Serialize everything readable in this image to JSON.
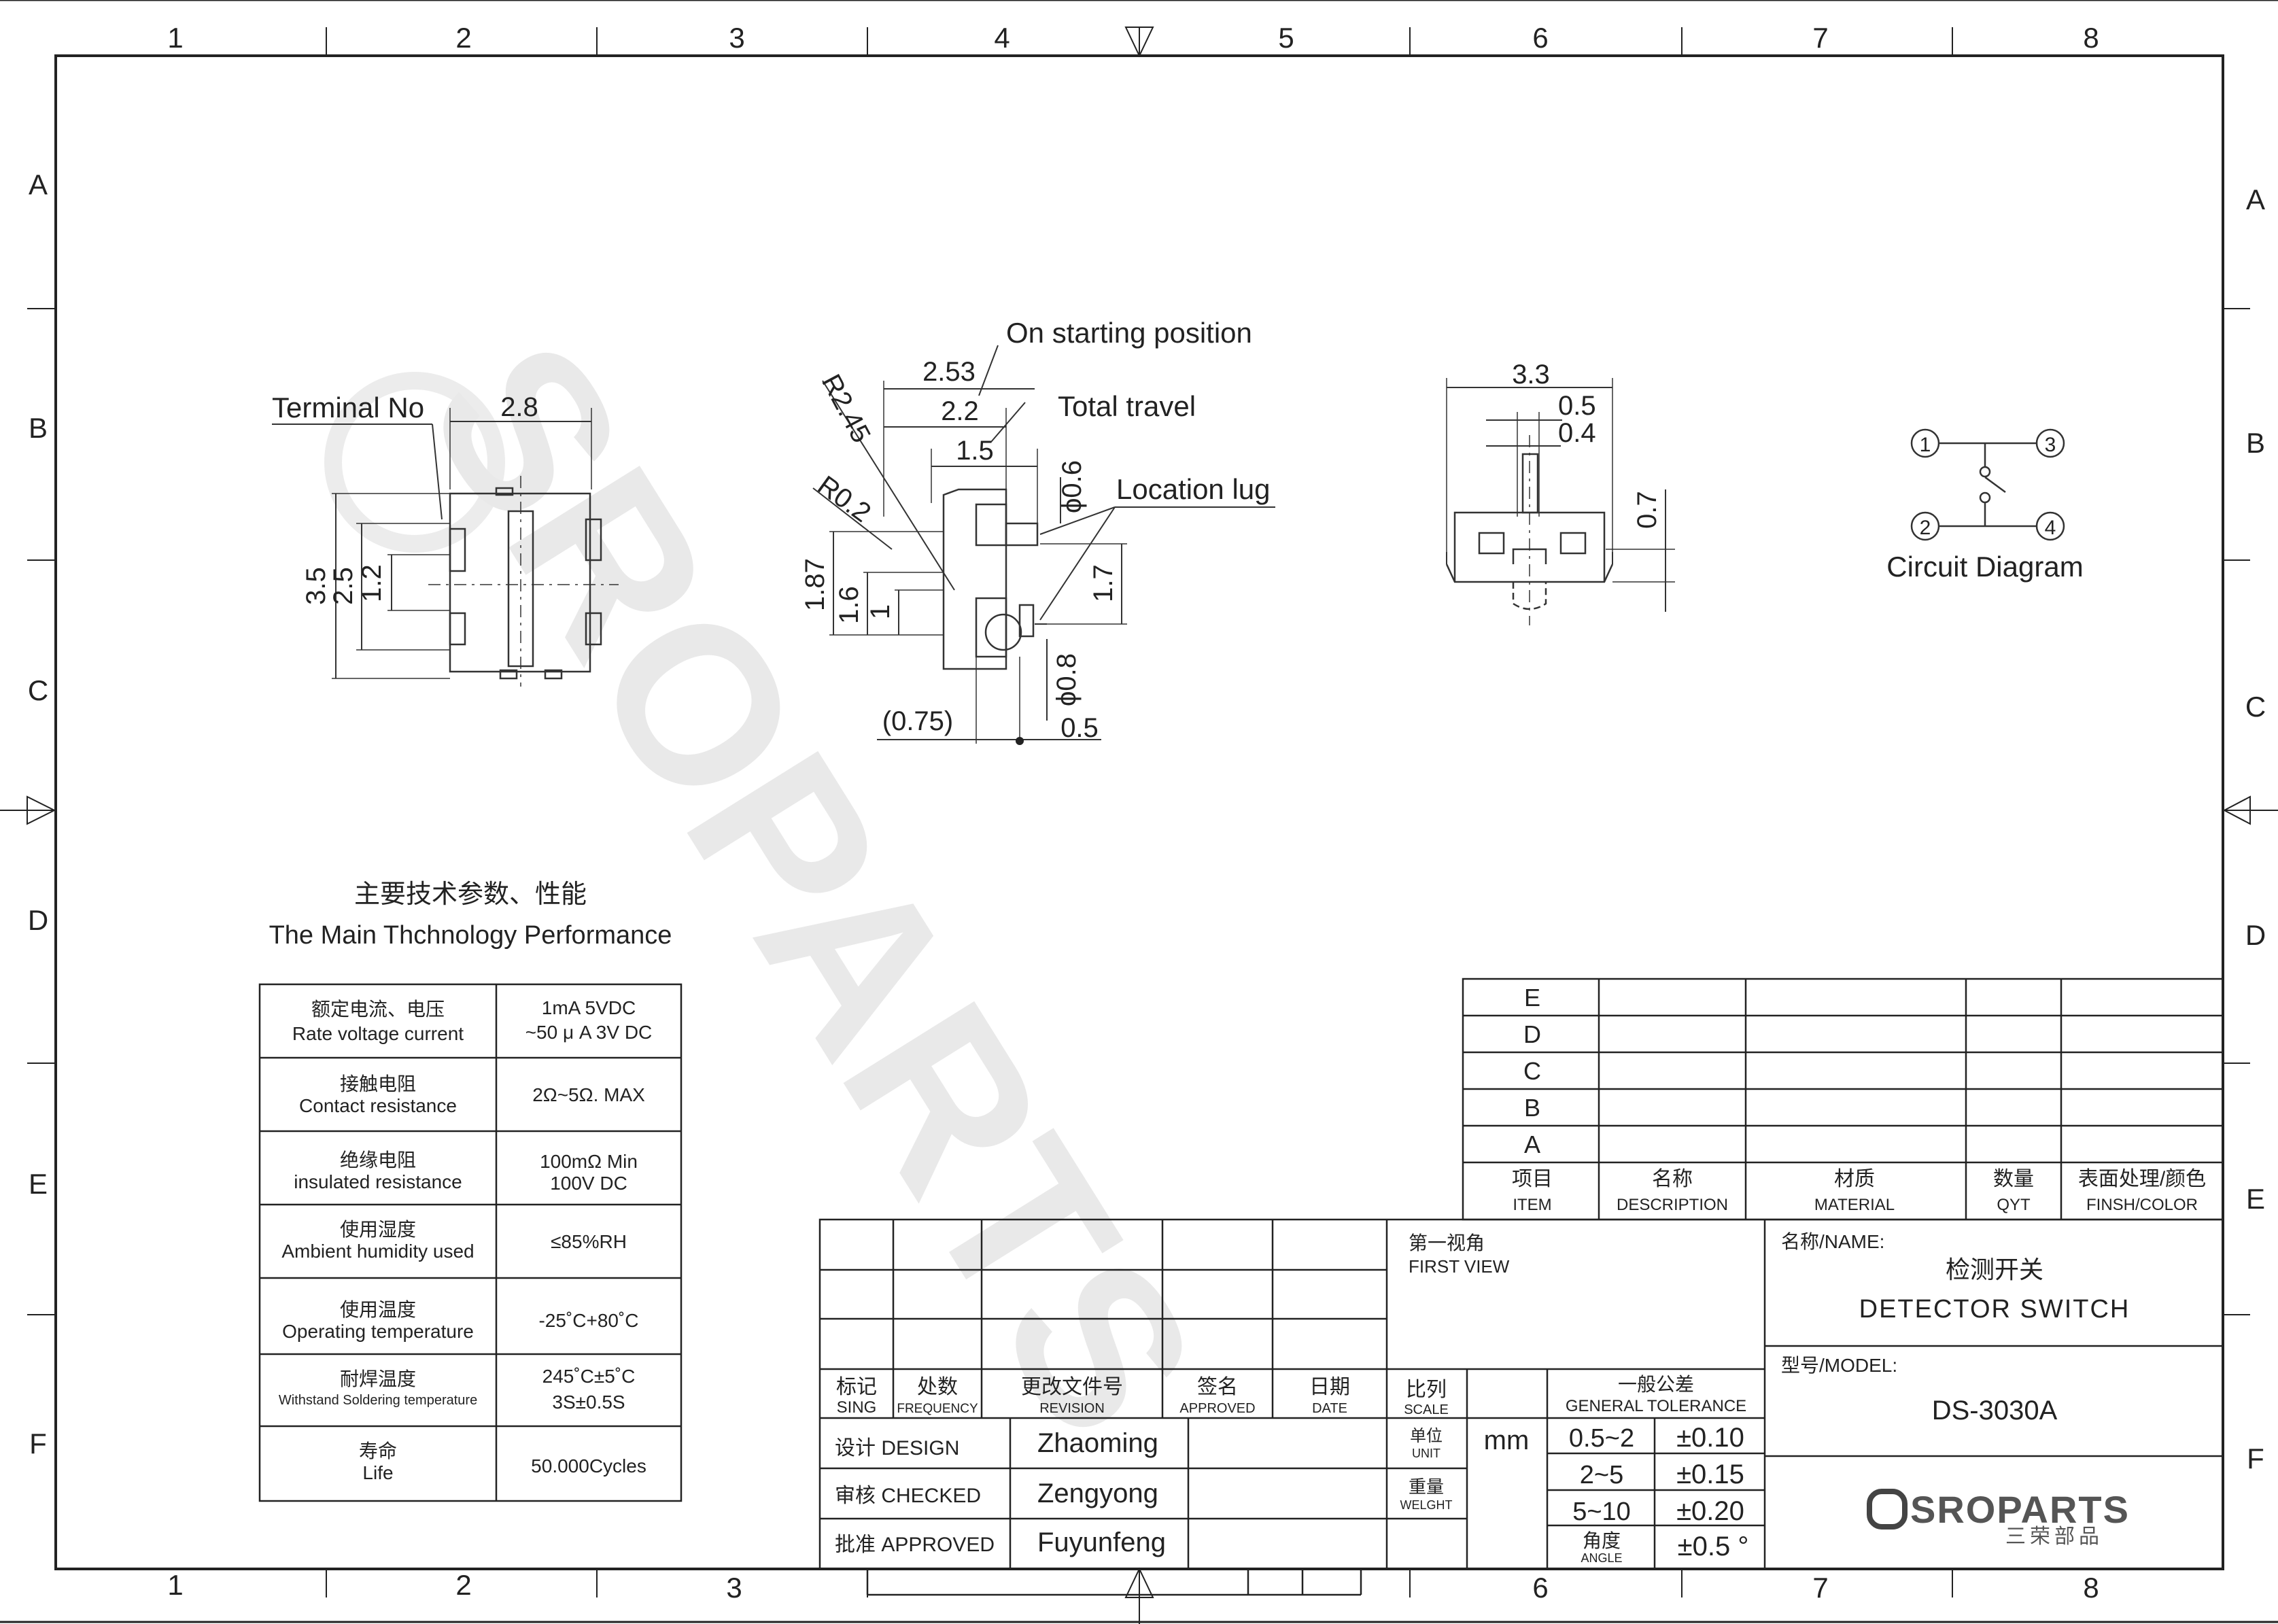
{
  "frame": {
    "columns": [
      "1",
      "2",
      "3",
      "4",
      "5",
      "6",
      "7",
      "8"
    ],
    "rows": [
      "A",
      "B",
      "C",
      "D",
      "E",
      "F"
    ]
  },
  "watermark": "SROPARTS",
  "callouts": {
    "terminal_no": "Terminal No",
    "on_starting_position": "On  starting position",
    "total_travel": "Total travel",
    "location_lug": "Location lug",
    "circuit_diagram": "Circuit Diagram"
  },
  "view1_dims": {
    "w": "2.8",
    "h1": "3.5",
    "h2": "2.5",
    "h3": "1.2"
  },
  "view2_dims": {
    "d1": "2.53",
    "d2": "2.2",
    "d3": "1.5",
    "r1": "R2.45",
    "r2": "R0.2",
    "phi06": "ϕ0.6",
    "h187": "1.87",
    "h16": "1.6",
    "h1": "1",
    "h17": "1.7",
    "phi08": "ϕ0.8",
    "p075": "(0.75)",
    "p05": "0.5"
  },
  "view3_dims": {
    "w": "3.3",
    "a": "0.5",
    "b": "0.4",
    "h": "0.7"
  },
  "circuit": {
    "pins": [
      "1",
      "3",
      "2",
      "4"
    ]
  },
  "specs": {
    "title_cn": "主要技术参数、性能",
    "title_en": "The Main Thchnology Performance",
    "rows": [
      {
        "cn": "额定电流、电压",
        "en": "Rate voltage current",
        "v1": "1mA   5VDC",
        "v2": "~50 μ A 3V DC"
      },
      {
        "cn": "接触电阻",
        "en": "Contact resistance",
        "v1": "2Ω~5Ω. MAX",
        "v2": ""
      },
      {
        "cn": "绝缘电阻",
        "en": "insulated resistance",
        "v1": "100mΩ  Min",
        "v2": "100V DC"
      },
      {
        "cn": "使用湿度",
        "en": "Ambient humidity used",
        "v1": "≤85%RH",
        "v2": ""
      },
      {
        "cn": "使用温度",
        "en": "Operating temperature",
        "v1": "-25˚C+80˚C",
        "v2": ""
      },
      {
        "cn": "耐焊温度",
        "en": "Withstand Soldering temperature",
        "v1": "245˚C±5˚C",
        "v2": "3S±0.5S"
      },
      {
        "cn": "寿命",
        "en": "Life",
        "v1": "50.000Cycles",
        "v2": ""
      }
    ]
  },
  "bom": {
    "rows": [
      "E",
      "D",
      "C",
      "B",
      "A"
    ],
    "headers": [
      {
        "cn": "项目",
        "en": "ITEM"
      },
      {
        "cn": "名称",
        "en": "DESCRIPTION"
      },
      {
        "cn": "材质",
        "en": "MATERIAL"
      },
      {
        "cn": "数量",
        "en": "QYT"
      },
      {
        "cn": "表面处理/颜色",
        "en": "FINSH/COLOR"
      }
    ]
  },
  "revision": {
    "headers": [
      {
        "cn": "标记",
        "en": "SING"
      },
      {
        "cn": "处数",
        "en": "FREQUENCY"
      },
      {
        "cn": "更改文件号",
        "en": "REVISION"
      },
      {
        "cn": "签名",
        "en": "APPROVED"
      },
      {
        "cn": "日期",
        "en": "DATE"
      }
    ],
    "people": [
      {
        "role": "设计 DESIGN",
        "name": "Zhaoming"
      },
      {
        "role": "审核 CHECKED",
        "name": "Zengyong"
      },
      {
        "role": "批准 APPROVED",
        "name": "Fuyunfeng"
      }
    ]
  },
  "view": {
    "cn": "第一视角",
    "en": "FIRST VIEW"
  },
  "scale": {
    "cn": "比列",
    "en": "SCALE"
  },
  "unit": {
    "cn": "单位",
    "en": "UNIT",
    "value": "mm"
  },
  "weight": {
    "cn": "重量",
    "en": "WELGHT"
  },
  "angle": {
    "cn": "角度",
    "en": "ANGLE",
    "tol": "±0.5 °"
  },
  "tolerance": {
    "cn": "一般公差",
    "en": "GENERAL TOLERANCE",
    "rows": [
      {
        "range": "0.5~2",
        "tol": "±0.10"
      },
      {
        "range": "2~5",
        "tol": "±0.15"
      },
      {
        "range": "5~10",
        "tol": "±0.20"
      }
    ]
  },
  "name_block": {
    "label": "名称/NAME:",
    "cn": "检测开关",
    "en": "DETECTOR  SWITCH"
  },
  "model_block": {
    "label": "型号/MODEL:",
    "value": "DS-3030A"
  },
  "logo": {
    "text": "SROPARTS",
    "cn": "三荣部品"
  }
}
